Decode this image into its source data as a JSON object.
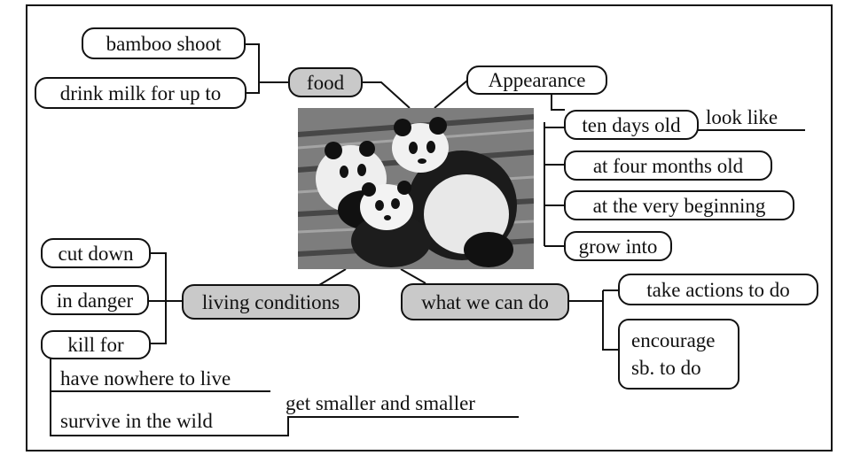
{
  "center_image": {
    "subject": "three giant pandas on wooden logs"
  },
  "branches": {
    "food": {
      "label": "food",
      "items": [
        "bamboo shoot",
        "drink milk for up to"
      ]
    },
    "appearance": {
      "label": "Appearance",
      "items": [
        "ten days old",
        "at four months old",
        "at the very beginning",
        "grow into"
      ],
      "note": "look like"
    },
    "living": {
      "label": "living conditions",
      "items": [
        "cut down",
        "in danger",
        "kill for"
      ],
      "sub_items": [
        "have nowhere to live",
        "survive in the wild"
      ],
      "note": "get smaller and smaller"
    },
    "action": {
      "label": "what we can do",
      "items": [
        "take actions to do"
      ],
      "multi": {
        "line1": "encourage",
        "line2": "sb. to do"
      }
    }
  }
}
